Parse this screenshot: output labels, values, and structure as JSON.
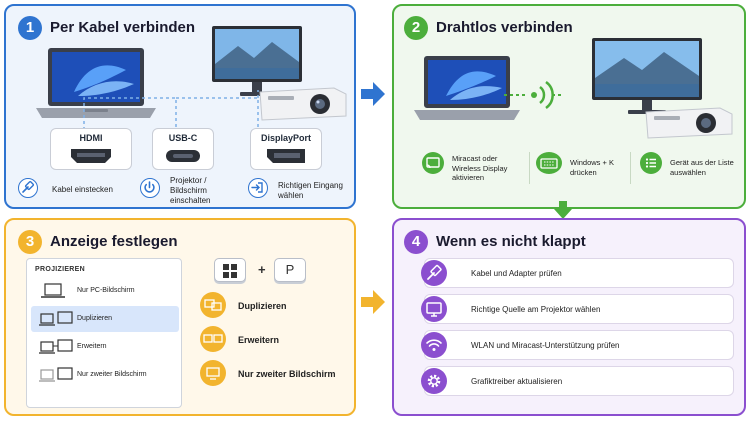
{
  "panel1": {
    "number": "1",
    "title": "Per Kabel verbinden",
    "ports": [
      {
        "label": "HDMI"
      },
      {
        "label": "USB-C"
      },
      {
        "label": "DisplayPort"
      }
    ],
    "steps": [
      {
        "icon": "usb-plug-icon",
        "text": "Kabel einstecken"
      },
      {
        "icon": "power-icon",
        "text": "Projektor / Bildschirm einschalten"
      },
      {
        "icon": "input-icon",
        "text": "Richtigen Eingang wählen"
      }
    ]
  },
  "panel2": {
    "number": "2",
    "title": "Drahtlos verbinden",
    "steps": [
      {
        "icon": "cast-icon",
        "text": "Miracast oder Wireless Display aktivieren"
      },
      {
        "icon": "keyboard-icon",
        "text": "Windows + K drücken"
      },
      {
        "icon": "list-icon",
        "text": "Gerät aus der Liste auswählen"
      }
    ]
  },
  "panel3": {
    "number": "3",
    "title": "Anzeige festlegen",
    "menu_header": "PROJIZIEREN",
    "menu_items": [
      {
        "label": "Nur PC-Bildschirm",
        "selected": false
      },
      {
        "label": "Duplizieren",
        "selected": true
      },
      {
        "label": "Erweitern",
        "selected": false
      },
      {
        "label": "Nur zweiter Bildschirm",
        "selected": false
      }
    ],
    "shortcut": {
      "key1": "windows-key-icon",
      "plus": "+",
      "key2": "P"
    },
    "options": [
      {
        "icon": "duplicate-icon",
        "label": "Duplizieren"
      },
      {
        "icon": "extend-icon",
        "label": "Erweitern"
      },
      {
        "icon": "second-screen-icon",
        "label": "Nur zweiter Bildschirm"
      }
    ]
  },
  "panel4": {
    "number": "4",
    "title": "Wenn es nicht klappt",
    "items": [
      {
        "icon": "cable-icon",
        "text": "Kabel und Adapter prüfen"
      },
      {
        "icon": "monitor-icon",
        "text": "Richtige Quelle am Projektor wählen"
      },
      {
        "icon": "wifi-icon",
        "text": "WLAN und Miracast-Unterstützung prüfen"
      },
      {
        "icon": "gear-icon",
        "text": "Grafiktreiber aktualisieren"
      }
    ]
  },
  "colors": {
    "blue": "#2f74d0",
    "green": "#4cae3c",
    "orange": "#f2b42e",
    "purple": "#8b4fcf"
  }
}
